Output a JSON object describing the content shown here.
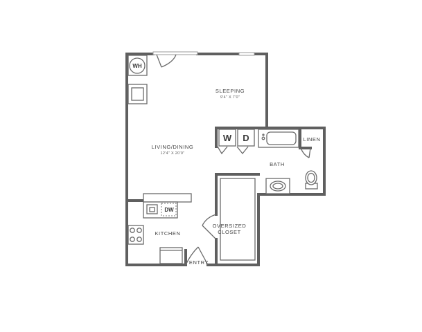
{
  "rooms": {
    "sleeping": {
      "label": "SLEEPING",
      "dimensions": "9'4\" X 7'0\""
    },
    "living_dining": {
      "label": "LIVING/DINING",
      "dimensions": "12'4\" X 20'0\""
    },
    "bath": {
      "label": "BATH"
    },
    "linen": {
      "label": "LINEN"
    },
    "kitchen": {
      "label": "KITCHEN"
    },
    "closet": {
      "label_line1": "OVERSIZED",
      "label_line2": "CLOSET"
    },
    "entry": {
      "label": "ENTRY"
    }
  },
  "appliances": {
    "water_heater": "WH",
    "washer": "W",
    "dryer": "D",
    "dishwasher": "DW"
  }
}
